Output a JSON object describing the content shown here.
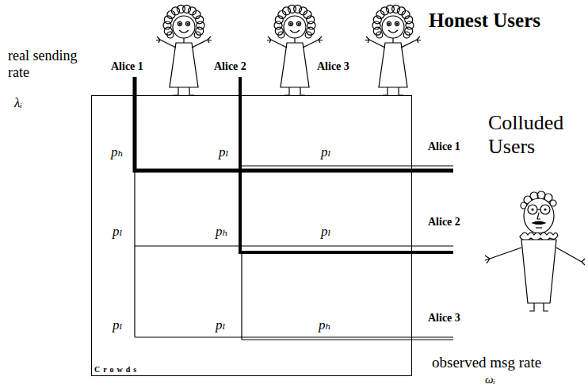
{
  "diagram": {
    "nodes": [
      {
        "text": [
          "Crowds"
        ]
      }
    ],
    "labels": [
      "Honest Users",
      "real sending rate",
      "λᵢ",
      "Alice 1",
      "Alice 2",
      "Alice 3",
      "pₕ",
      "pₗ",
      "pₗ",
      "pₗ",
      "pₕ",
      "pₗ",
      "pₗ",
      "pₗ",
      "pₕ",
      "Alice 1",
      "Alice 2",
      "Alice 3",
      "Colluded Users",
      "observed msg rate",
      "ωᵢ"
    ]
  }
}
